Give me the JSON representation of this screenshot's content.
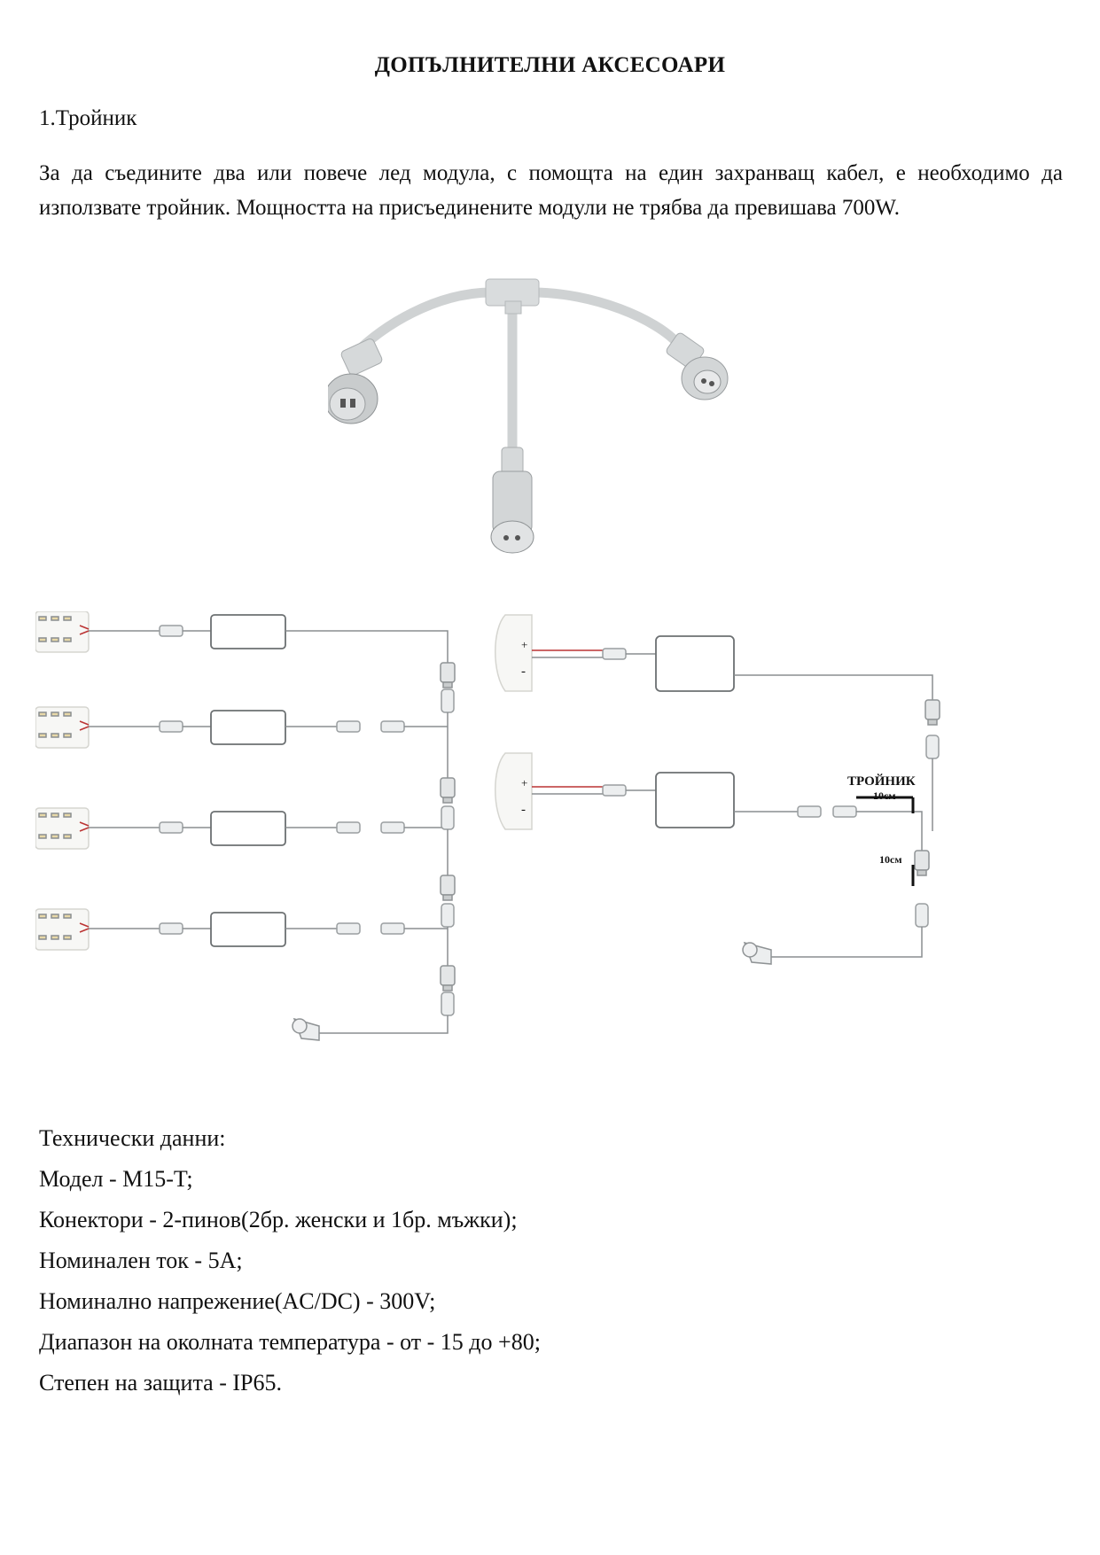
{
  "document": {
    "title": "ДОПЪЛНИТЕЛНИ АКСЕСОАРИ",
    "section_heading": "1.Тройник",
    "intro": "За да съедините два или повече лед модула, с помощта на един захранващ кабел, е необходимо да използвате тройник. Мощността на присъединените модули не трябва да превишава 700W."
  },
  "diagram": {
    "splitter_label": "ТРОЙНИК",
    "dim_horizontal": "10см",
    "dim_vertical": "10см",
    "polarity_plus": "+",
    "polarity_minus": "-"
  },
  "specs": {
    "heading": "Технически данни:",
    "items": [
      "Модел - M15-T;",
      "Конектори - 2-пинов(2бр. женски и 1бр. мъжки);",
      "Номинален ток - 5А;",
      "Номинално напрежение(AC/DC) - 300V;",
      "Диапазон на околната температура - от - 15 до +80;",
      "Степен на защита - IP65."
    ]
  }
}
